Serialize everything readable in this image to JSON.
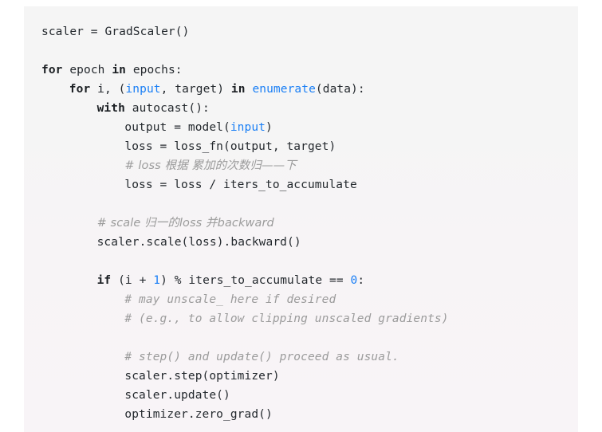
{
  "code_block": {
    "language": "python",
    "background_color": "#f5f5f5",
    "text_color": "#24292e",
    "keyword_color": "#1b1f23",
    "builtin_color": "#1a7ff5",
    "number_color": "#1a7ff5",
    "comment_color": "#9b9b9b",
    "lines": [
      {
        "indent": 0,
        "tokens": [
          {
            "type": "plain",
            "text": "scaler = GradScaler()"
          }
        ]
      },
      {
        "indent": 0,
        "tokens": []
      },
      {
        "indent": 0,
        "tokens": [
          {
            "type": "keyword",
            "text": "for"
          },
          {
            "type": "plain",
            "text": " epoch "
          },
          {
            "type": "keyword",
            "text": "in"
          },
          {
            "type": "plain",
            "text": " epochs:"
          }
        ]
      },
      {
        "indent": 1,
        "tokens": [
          {
            "type": "keyword",
            "text": "for"
          },
          {
            "type": "plain",
            "text": " i, ("
          },
          {
            "type": "builtin",
            "text": "input"
          },
          {
            "type": "plain",
            "text": ", target) "
          },
          {
            "type": "keyword",
            "text": "in"
          },
          {
            "type": "plain",
            "text": " "
          },
          {
            "type": "builtin",
            "text": "enumerate"
          },
          {
            "type": "plain",
            "text": "(data):"
          }
        ]
      },
      {
        "indent": 2,
        "tokens": [
          {
            "type": "keyword",
            "text": "with"
          },
          {
            "type": "plain",
            "text": " autocast():"
          }
        ]
      },
      {
        "indent": 3,
        "tokens": [
          {
            "type": "plain",
            "text": "output = model("
          },
          {
            "type": "builtin",
            "text": "input"
          },
          {
            "type": "plain",
            "text": ")"
          }
        ]
      },
      {
        "indent": 3,
        "tokens": [
          {
            "type": "plain",
            "text": "loss = loss_fn(output, target)"
          }
        ]
      },
      {
        "indent": 3,
        "tokens": [
          {
            "type": "comment_cn",
            "text": "# loss 根据 累加的次数归——下"
          }
        ]
      },
      {
        "indent": 3,
        "tokens": [
          {
            "type": "plain",
            "text": "loss = loss / iters_to_accumulate"
          }
        ]
      },
      {
        "indent": 0,
        "tokens": []
      },
      {
        "indent": 2,
        "tokens": [
          {
            "type": "comment_cn",
            "text": "# scale 归一的loss 并backward"
          }
        ]
      },
      {
        "indent": 2,
        "tokens": [
          {
            "type": "plain",
            "text": "scaler.scale(loss).backward()"
          }
        ]
      },
      {
        "indent": 0,
        "tokens": []
      },
      {
        "indent": 2,
        "tokens": [
          {
            "type": "keyword",
            "text": "if"
          },
          {
            "type": "plain",
            "text": " (i + "
          },
          {
            "type": "number",
            "text": "1"
          },
          {
            "type": "plain",
            "text": ") % iters_to_accumulate == "
          },
          {
            "type": "number",
            "text": "0"
          },
          {
            "type": "plain",
            "text": ":"
          }
        ]
      },
      {
        "indent": 3,
        "tokens": [
          {
            "type": "comment",
            "text": "# may unscale_ here if desired"
          }
        ]
      },
      {
        "indent": 3,
        "tokens": [
          {
            "type": "comment",
            "text": "# (e.g., to allow clipping unscaled gradients)"
          }
        ]
      },
      {
        "indent": 0,
        "tokens": []
      },
      {
        "indent": 3,
        "tokens": [
          {
            "type": "comment",
            "text": "# step() and update() proceed as usual."
          }
        ]
      },
      {
        "indent": 3,
        "tokens": [
          {
            "type": "plain",
            "text": "scaler.step(optimizer)"
          }
        ]
      },
      {
        "indent": 3,
        "tokens": [
          {
            "type": "plain",
            "text": "scaler.update()"
          }
        ]
      },
      {
        "indent": 3,
        "tokens": [
          {
            "type": "plain",
            "text": "optimizer.zero_grad()"
          }
        ]
      }
    ]
  }
}
